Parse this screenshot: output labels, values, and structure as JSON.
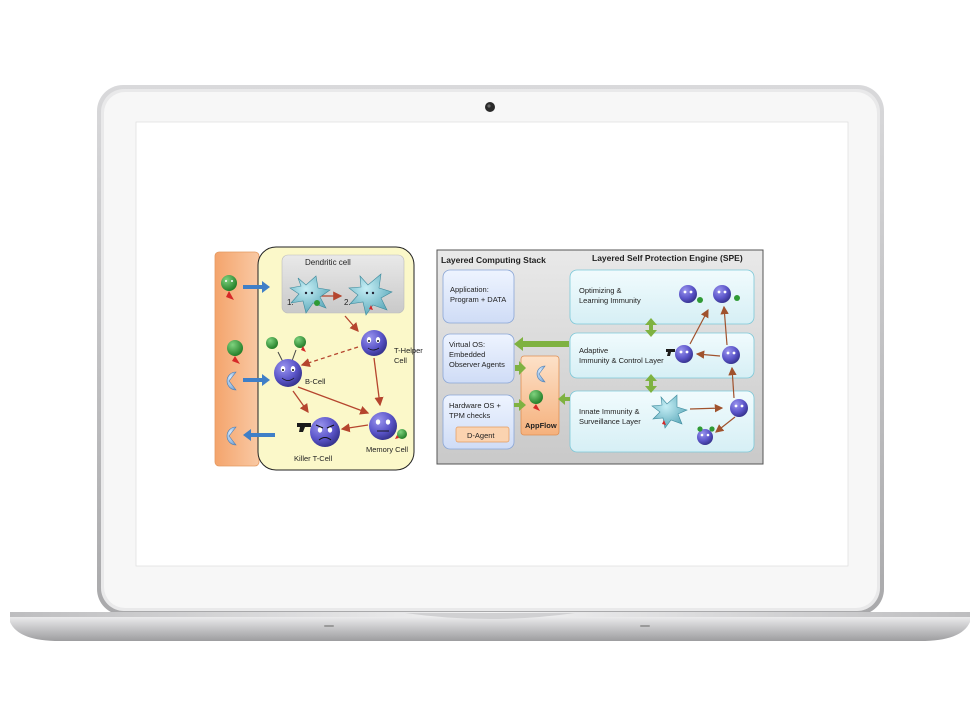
{
  "immune_panel": {
    "dendritic_title": "Dendritic cell",
    "step1": "1.",
    "step2": "2.",
    "t_helper": "T-Helper\nCell",
    "b_cell": "B-Cell",
    "killer_t": "Killer T-Cell",
    "memory": "Memory Cell"
  },
  "stack_panel": {
    "stack_title": "Layered Computing Stack",
    "spe_title": "Layered Self Protection Engine (SPE)",
    "app_box": "Application:\nProgram + DATA",
    "vos_box": "Virtual OS:\nEmbedded\nObserver Agents",
    "hw_box": "Hardware OS +\nTPM checks",
    "dagent": "D-Agent",
    "appflow": "AppFlow",
    "layer_opt": "Optimizing &\nLearning  Immunity",
    "layer_adapt": "Adaptive\nImmunity & Control  Layer",
    "layer_innate": "Innate Immunity &\nSurveillance Layer"
  },
  "colors": {
    "bezel": "#b9b9bb",
    "cell_purple": "#5b55c9",
    "pathogen_green": "#2f9a35",
    "dendritic_teal": "#6fb7c6",
    "arrow_red": "#b5452e",
    "arrow_blue": "#3f7fc7",
    "arrow_green": "#7fb241",
    "orange_panel": "#f7b98a",
    "yellow_panel": "#fbf8c9",
    "spe_layer": "#e5f6fa"
  }
}
